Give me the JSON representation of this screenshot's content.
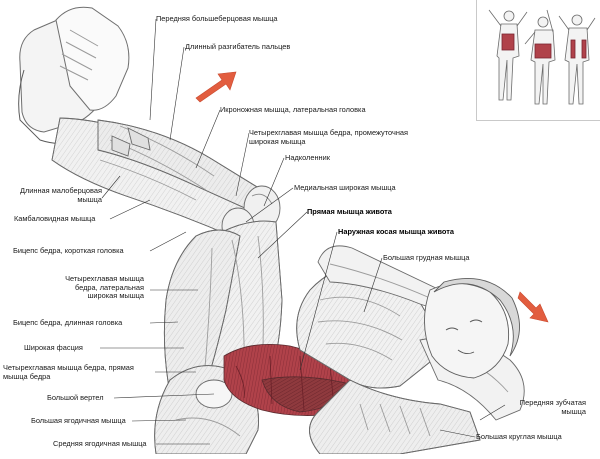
{
  "labels": {
    "tibialis_anterior": "Передняя большеберцовая мышца",
    "extensor_digitorum_longus": "Длинный разгибатель пальцев",
    "gastrocnemius_lateral": "Икроножная мышца, латеральная головка",
    "vastus_intermedius": "Четырехглавая мышца бедра, промежуточная широкая мышца",
    "patella": "Надколенник",
    "vastus_medialis": "Медиальная широкая мышца",
    "rectus_abdominis": "Прямая мышца живота",
    "external_oblique": "Наружная косая мышца живота",
    "pectoralis_major": "Большая грудная мышца",
    "peroneus_longus": "Длинная малоберцовая мышца",
    "soleus": "Камбаловидная мышца",
    "biceps_femoris_short": "Бицепс бедра, короткая головка",
    "vastus_lateralis": "Четырехглавая мышца бедра, латеральная широкая мышца",
    "biceps_femoris_long": "Бицепс бедра, длинная головка",
    "fascia_lata": "Широкая фасция",
    "rectus_femoris": "Четырехглавая мышца бедра, прямая мышца бедра",
    "greater_trochanter": "Большой вертел",
    "gluteus_maximus": "Большая ягодичная мышца",
    "gluteus_medius": "Средняя ягодичная мышца",
    "serratus_anterior": "Передняя зубчатая мышца",
    "teres_major": "Большая круглая мышца"
  },
  "colors": {
    "muscle_highlight": "#b0424a",
    "arrow": "#e25d3f",
    "leader": "#333333",
    "skin_line": "#8a8a8a"
  },
  "icons": {
    "arrow_legs": "direction-arrow-icon",
    "arrow_torso": "direction-arrow-icon"
  }
}
